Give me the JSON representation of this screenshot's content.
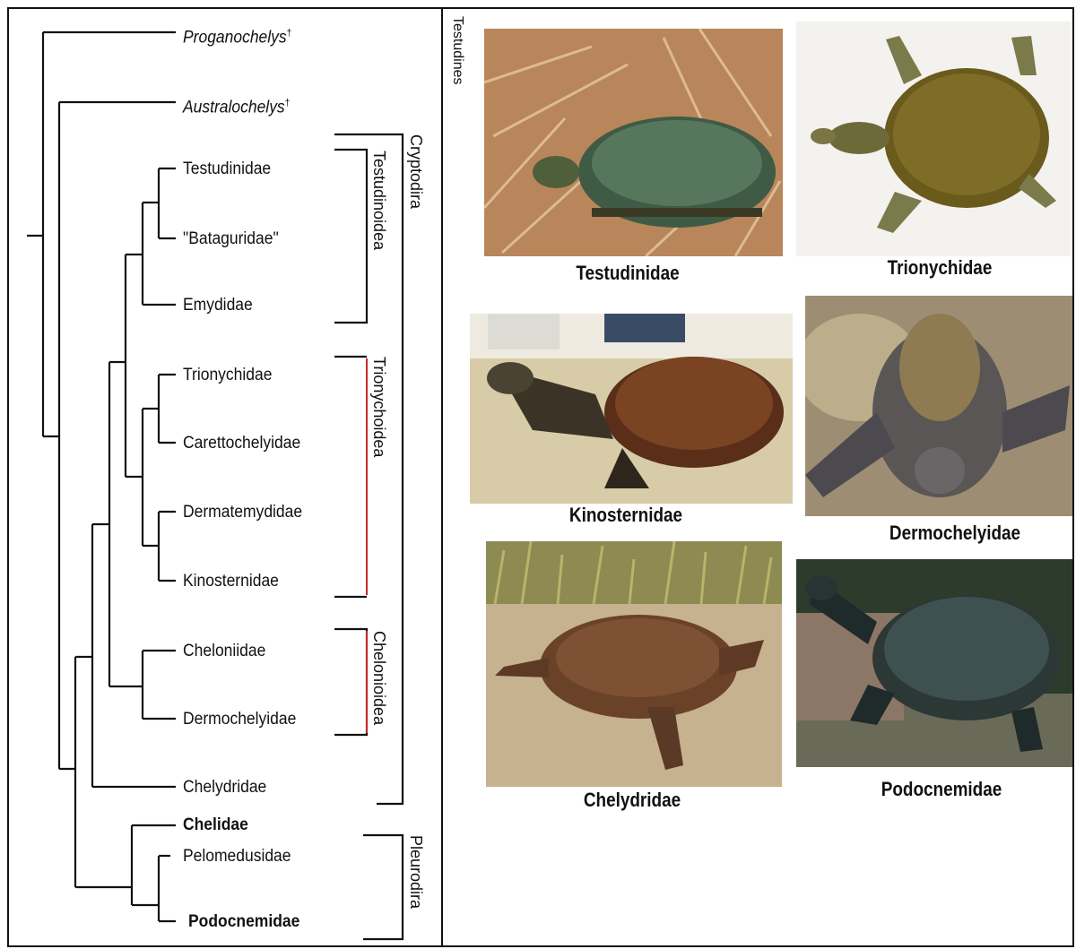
{
  "tree": {
    "taxa": [
      {
        "label": "Proganochelys",
        "dagger": "†"
      },
      {
        "label": "Australochelys",
        "dagger": "†"
      },
      {
        "label": "Testudinidae"
      },
      {
        "label": "\"Bataguridae\""
      },
      {
        "label": "Emydidae"
      },
      {
        "label": "Trionychidae"
      },
      {
        "label": "Carettochelyidae"
      },
      {
        "label": "Dermatemydidae"
      },
      {
        "label": "Kinosternidae"
      },
      {
        "label": "Cheloniidae"
      },
      {
        "label": "Dermochelyidae"
      },
      {
        "label": "Chelydridae"
      },
      {
        "label": "Chelidae"
      },
      {
        "label": "Pelomedusidae"
      },
      {
        "label": "Podocnemidae"
      }
    ],
    "groups": {
      "testudines": "Testudines",
      "cryptodira": "Cryptodira",
      "testudinoidea": "Testudinoidea",
      "trionychoidea": "Trionychoidea",
      "chelonioidea": "Chelonioidea",
      "pleurodira": "Pleurodira"
    },
    "colors": {
      "line": "#111111",
      "highlight": "#cc2a2a"
    }
  },
  "photos": [
    {
      "caption": "Testudinidae",
      "icon": "tortoise-photo"
    },
    {
      "caption": "Trionychidae",
      "icon": "softshell-turtle-photo"
    },
    {
      "caption": "Kinosternidae",
      "icon": "mud-turtle-photo"
    },
    {
      "caption": "Dermochelyidae",
      "icon": "leatherback-turtle-photo"
    },
    {
      "caption": "Chelydridae",
      "icon": "snapping-turtle-photo"
    },
    {
      "caption": "Podocnemidae",
      "icon": "side-necked-turtle-photo"
    }
  ]
}
